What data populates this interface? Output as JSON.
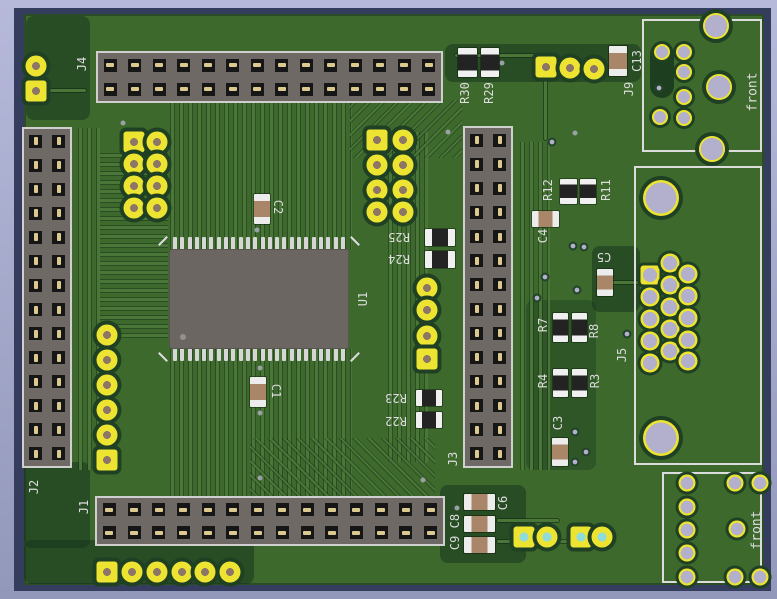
{
  "refs": {
    "j1": "J1",
    "j2": "J2",
    "j3": "J3",
    "j4": "J4",
    "j5": "J5",
    "j9": "J9",
    "u1": "U1",
    "c1": "C1",
    "c2": "C2",
    "c3": "C3",
    "c4": "C4",
    "c5": "C5",
    "c6": "C6",
    "c9c8": "C9 C8",
    "c13": "C13",
    "r3": "R3",
    "r4": "R4",
    "r7": "R7",
    "r8": "R8",
    "r11": "R11",
    "r12": "R12",
    "r22": "R22",
    "r23": "R23",
    "r24": "R24",
    "r25": "R25",
    "r29": "R29",
    "r30": "R30",
    "front_top": "front",
    "front_bottom": "front"
  },
  "headers": {
    "j4": {
      "label": "J4",
      "rows": 2,
      "cols": 14
    },
    "j1": {
      "label": "J1",
      "rows": 2,
      "cols": 14
    },
    "j2": {
      "label": "J2",
      "rows": 14,
      "cols": 2
    },
    "j3": {
      "label": "J3",
      "rows": 14,
      "cols": 2
    }
  },
  "ic": {
    "label": "U1",
    "pins_per_side": 24
  },
  "colors": {
    "window-outer": "#b6b9da",
    "window-outer2": "#9298ba",
    "window-frame": "#343d5d",
    "board-green": "#3d692d",
    "board-edge": "#2b4c27",
    "trace-green": "#4a7638",
    "silk": "#dcdcdc",
    "hdr-body": "#6e6965",
    "hdr-outline": "#cfcfcf",
    "pin-black": "#161616",
    "pin-gold": "#dcc98f",
    "ic-body": "#6b6661",
    "ic-pin": "#d6d6d6",
    "res-body": "#232323",
    "res-cap": "#f0f0f0",
    "cap-body": "#a98668",
    "cap-cap": "#ececec",
    "pad-yellow": "#ede431",
    "hole-tan": "#8d7666",
    "pad-lavender": "#b2b0cc",
    "via-cyan": "#8fdcda",
    "halo": "#1f4023"
  }
}
